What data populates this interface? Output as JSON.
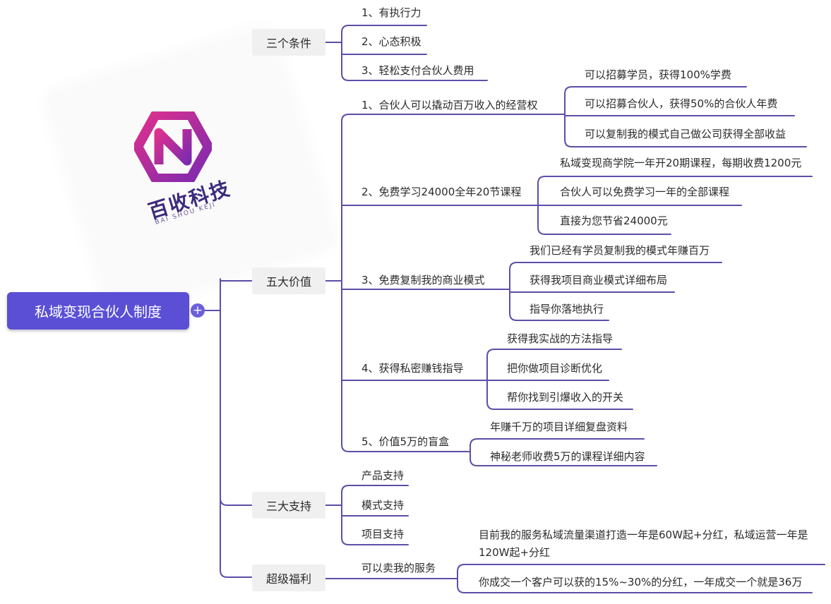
{
  "root": {
    "title": "私域变现合伙人制度",
    "expand_symbol": "+"
  },
  "logo": {
    "brand_cn": "百收科技",
    "brand_en": "BAI SHOU KEJI"
  },
  "branches": [
    {
      "label": "三个条件",
      "children": [
        {
          "label": "1、有执行力"
        },
        {
          "label": "2、心态积极"
        },
        {
          "label": "3、轻松支付合伙人费用"
        }
      ]
    },
    {
      "label": "五大价值",
      "children": [
        {
          "label": "1、合伙人可以撬动百万收入的经营权",
          "children": [
            {
              "label": "可以招募学员，获得100%学费"
            },
            {
              "label": "可以招募合伙人，获得50%的合伙人年费"
            },
            {
              "label": "可以复制我的模式自己做公司获得全部收益"
            }
          ]
        },
        {
          "label": "2、免费学习24000全年20节课程",
          "children": [
            {
              "label": "私域变现商学院一年开20期课程，每期收费1200元"
            },
            {
              "label": "合伙人可以免费学习一年的全部课程"
            },
            {
              "label": "直接为您节省24000元"
            }
          ]
        },
        {
          "label": "3、免费复制我的商业模式",
          "children": [
            {
              "label": "我们已经有学员复制我的模式年赚百万"
            },
            {
              "label": "获得我项目商业模式详细布局"
            },
            {
              "label": "指导你落地执行"
            }
          ]
        },
        {
          "label": "4、获得私密赚钱指导",
          "children": [
            {
              "label": "获得我实战的方法指导"
            },
            {
              "label": "把你做项目诊断优化"
            },
            {
              "label": "帮你找到引爆收入的开关"
            }
          ]
        },
        {
          "label": "5、价值5万的盲盒",
          "children": [
            {
              "label": "年赚千万的项目详细复盘资料"
            },
            {
              "label": "神秘老师收费5万的课程详细内容"
            }
          ]
        }
      ]
    },
    {
      "label": "三大支持",
      "children": [
        {
          "label": "产品支持"
        },
        {
          "label": "模式支持"
        },
        {
          "label": "项目支持"
        }
      ]
    },
    {
      "label": "超级福利",
      "children": [
        {
          "label": "可以卖我的服务",
          "children": [
            {
              "label_line1": "目前我的服务私域流量渠道打造一年是60W起+分红，私域运营一年是",
              "label_line2": "120W起+分红"
            },
            {
              "label": "你成交一个客户可以获的15%~30%的分红，一年成交一个就是36万"
            }
          ]
        }
      ]
    }
  ],
  "colors": {
    "accent": "#5b4fd6",
    "connector": "#5b4fa8",
    "node_bg": "#f0f0f0"
  }
}
